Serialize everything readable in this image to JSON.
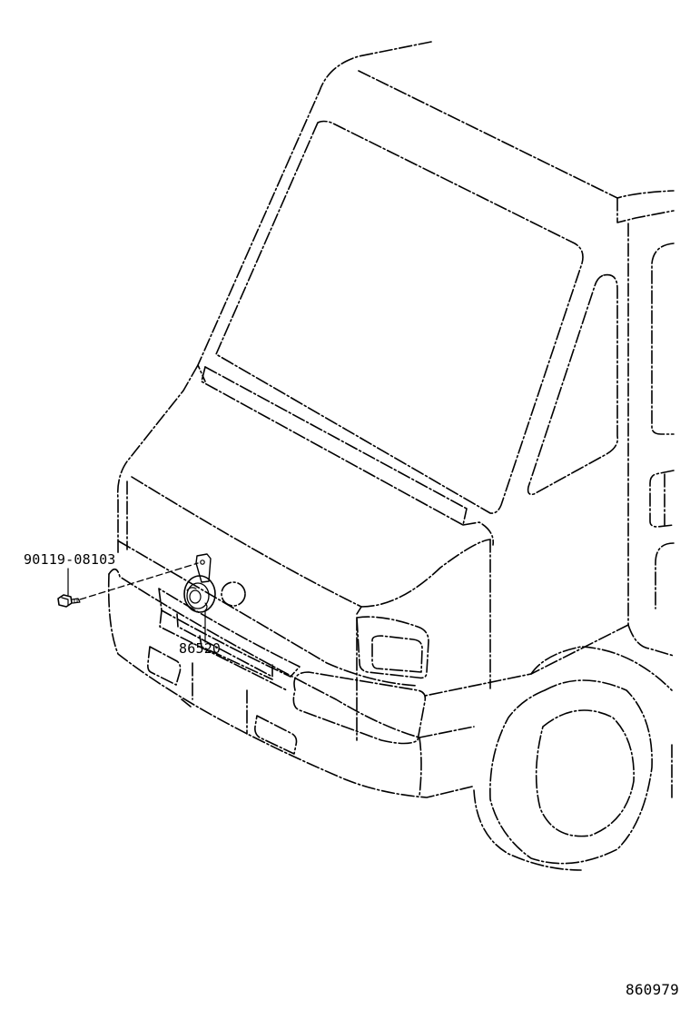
{
  "parts": [
    {
      "part_number": "90119-08103"
    },
    {
      "part_number": "86520"
    }
  ],
  "figure_id": "860979",
  "colors": {
    "line": "#000000",
    "background": "#ffffff"
  }
}
